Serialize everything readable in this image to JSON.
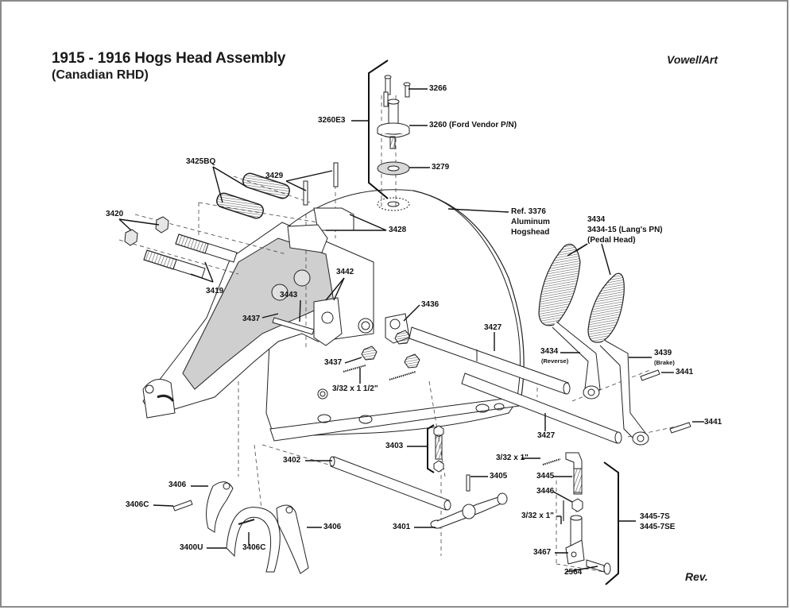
{
  "header": {
    "title": "1915 - 1916 Hogs Head Assembly",
    "subtitle": "(Canadian RHD)",
    "brand": "VowellArt"
  },
  "footer": {
    "revision_label": "Rev."
  },
  "callouts": {
    "p3266": "3266",
    "p3260e3": "3260E3",
    "p3260": "3260 (Ford Vendor P/N)",
    "p3279": "3279",
    "p3425bq": "3425BQ",
    "p3429": "3429",
    "p3420": "3420",
    "p3428": "3428",
    "ref3376": [
      "Ref. 3376",
      "Aluminum",
      "Hogshead"
    ],
    "p3434_head": [
      "3434",
      "3434-15 (Lang's PN)",
      "(Pedal Head)"
    ],
    "p3419": "3419",
    "p3442": "3442",
    "p3443": "3443",
    "p3437_upper": "3437",
    "p3436": "3436",
    "p3427_upper": "3427",
    "p3434_rev": "3434",
    "p3434_rev_note": "(Reverse)",
    "p3439": "3439",
    "p3439_note": "(Brake)",
    "p3441_upper": "3441",
    "p3437_lower": "3437",
    "pin_3_32_x_1_1_2": "3/32 x 1 1/2\"",
    "p3441_lower": "3441",
    "p3427_lower": "3427",
    "p3403": "3403",
    "p3402": "3402",
    "pin_3_32_x_1_upper": "3/32 x 1\"",
    "p3405": "3405",
    "p3445": "3445",
    "p3406_left": "3406",
    "p3446": "3446",
    "p3406c_left": "3406C",
    "pin_3_32_x_1_lower": "3/32 x 1\"",
    "p3445_7s": [
      "3445-7S",
      "3445-7SE"
    ],
    "p3401": "3401",
    "p3406_right": "3406",
    "p3400u": "3400U",
    "p3406c_center": "3406C",
    "p3467": "3467",
    "p2564": "2564"
  }
}
